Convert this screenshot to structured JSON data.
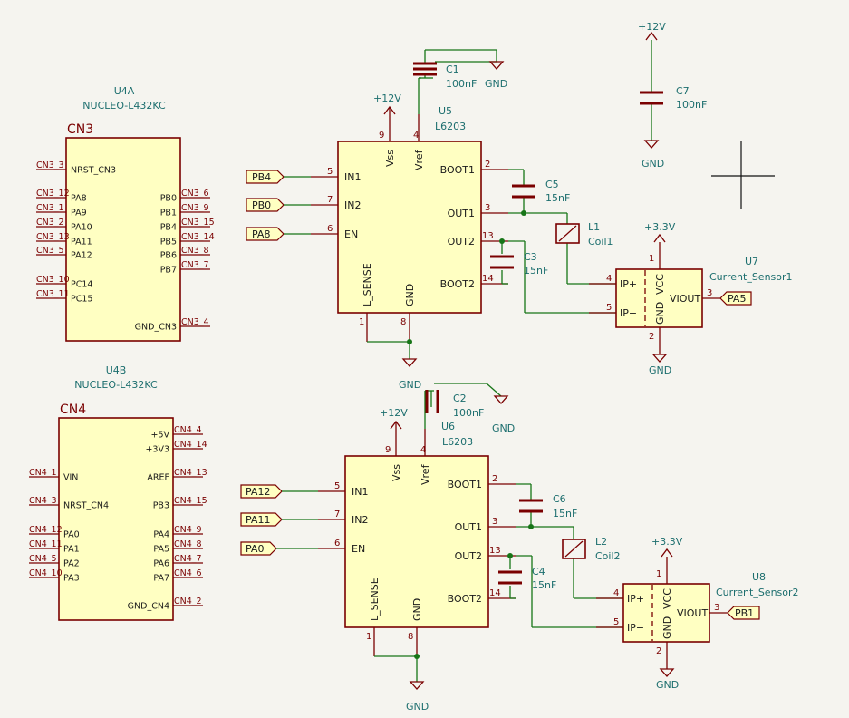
{
  "nucleo_top": {
    "ref": "U4A",
    "value": "NUCLEO-L432KC",
    "header": "CN3",
    "left_pins": [
      {
        "net": "CN3_3",
        "name": "NRST_CN3"
      },
      {
        "net": "CN3_12",
        "name": "PA8"
      },
      {
        "net": "CN3_1",
        "name": "PA9"
      },
      {
        "net": "CN3_2",
        "name": "PA10"
      },
      {
        "net": "CN3_13",
        "name": "PA11"
      },
      {
        "net": "CN3_5",
        "name": "PA12"
      },
      {
        "net": "CN3_10",
        "name": "PC14"
      },
      {
        "net": "CN3_11",
        "name": "PC15"
      }
    ],
    "right_pins": [
      {
        "net": "CN3_6",
        "name": "PB0"
      },
      {
        "net": "CN3_9",
        "name": "PB1"
      },
      {
        "net": "CN3_15",
        "name": "PB4"
      },
      {
        "net": "CN3_14",
        "name": "PB5"
      },
      {
        "net": "CN3_8",
        "name": "PB6"
      },
      {
        "net": "CN3_7",
        "name": "PB7"
      },
      {
        "net": "CN3_4",
        "name": "GND_CN3"
      }
    ]
  },
  "nucleo_bottom": {
    "ref": "U4B",
    "value": "NUCLEO-L432KC",
    "header": "CN4",
    "left_pins": [
      {
        "net": "CN4_1",
        "name": "VIN"
      },
      {
        "net": "CN4_3",
        "name": "NRST_CN4"
      },
      {
        "net": "CN4_12",
        "name": "PA0"
      },
      {
        "net": "CN4_11",
        "name": "PA1"
      },
      {
        "net": "CN4_5",
        "name": "PA2"
      },
      {
        "net": "CN4_10",
        "name": "PA3"
      }
    ],
    "right_pins": [
      {
        "net": "CN4_4",
        "name": "+5V"
      },
      {
        "net": "CN4_14",
        "name": "+3V3"
      },
      {
        "net": "CN4_13",
        "name": "AREF"
      },
      {
        "net": "CN4_15",
        "name": "PB3"
      },
      {
        "net": "CN4_9",
        "name": "PA4"
      },
      {
        "net": "CN4_8",
        "name": "PA5"
      },
      {
        "net": "CN4_7",
        "name": "PA6"
      },
      {
        "net": "CN4_6",
        "name": "PA7"
      },
      {
        "net": "CN4_2",
        "name": "GND_CN4"
      }
    ]
  },
  "driver1": {
    "ref": "U5",
    "value": "L6203",
    "pins": {
      "in1": "IN1",
      "in2": "IN2",
      "en": "EN",
      "vss": "Vss",
      "vref": "Vref",
      "boot1": "BOOT1",
      "out1": "OUT1",
      "out2": "OUT2",
      "boot2": "BOOT2",
      "lsense": "L_SENSE",
      "gnd": "GND"
    },
    "pin_numbers": {
      "in1": "5",
      "in2": "7",
      "en": "6",
      "vss": "9",
      "vref": "4",
      "boot1": "2",
      "out1": "3",
      "out2": "13",
      "boot2": "14",
      "lsense": "1",
      "gnd": "8"
    },
    "labels": {
      "in1": "PB4",
      "in2": "PB0",
      "en": "PA8"
    }
  },
  "driver2": {
    "ref": "U6",
    "value": "L6203",
    "pins": {
      "in1": "IN1",
      "in2": "IN2",
      "en": "EN",
      "vss": "Vss",
      "vref": "Vref",
      "boot1": "BOOT1",
      "out1": "OUT1",
      "out2": "OUT2",
      "boot2": "BOOT2",
      "lsense": "L_SENSE",
      "gnd": "GND"
    },
    "pin_numbers": {
      "in1": "5",
      "in2": "7",
      "en": "6",
      "vss": "9",
      "vref": "4",
      "boot1": "2",
      "out1": "3",
      "out2": "13",
      "boot2": "14",
      "lsense": "1",
      "gnd": "8"
    },
    "labels": {
      "in1": "PA12",
      "in2": "PA11",
      "en": "PA0"
    }
  },
  "sensor1": {
    "ref": "U7",
    "value": "Current_Sensor1",
    "pins": {
      "ipp": "IP+",
      "ipm": "IP−",
      "vcc": "VCC",
      "gnd": "GND",
      "viout": "VIOUT"
    },
    "pin_numbers": {
      "ipp": "4",
      "ipm": "5",
      "vcc": "1",
      "gnd": "2",
      "viout": "3"
    },
    "out_label": "PA5"
  },
  "sensor2": {
    "ref": "U8",
    "value": "Current_Sensor2",
    "pins": {
      "ipp": "IP+",
      "ipm": "IP−",
      "vcc": "VCC",
      "gnd": "GND",
      "viout": "VIOUT"
    },
    "pin_numbers": {
      "ipp": "4",
      "ipm": "5",
      "vcc": "1",
      "gnd": "2",
      "viout": "3"
    },
    "out_label": "PB1"
  },
  "caps": {
    "c1": {
      "ref": "C1",
      "value": "100nF",
      "net": "GND"
    },
    "c2": {
      "ref": "C2",
      "value": "100nF",
      "net": "GND"
    },
    "c3": {
      "ref": "C3",
      "value": "15nF"
    },
    "c4": {
      "ref": "C4",
      "value": "15nF"
    },
    "c5": {
      "ref": "C5",
      "value": "15nF"
    },
    "c6": {
      "ref": "C6",
      "value": "15nF"
    },
    "c7": {
      "ref": "C7",
      "value": "100nF"
    }
  },
  "coils": {
    "l1": {
      "ref": "L1",
      "value": "Coil1"
    },
    "l2": {
      "ref": "L2",
      "value": "Coil2"
    }
  },
  "power": {
    "v12": "+12V",
    "v33": "+3.3V",
    "gnd": "GND"
  }
}
